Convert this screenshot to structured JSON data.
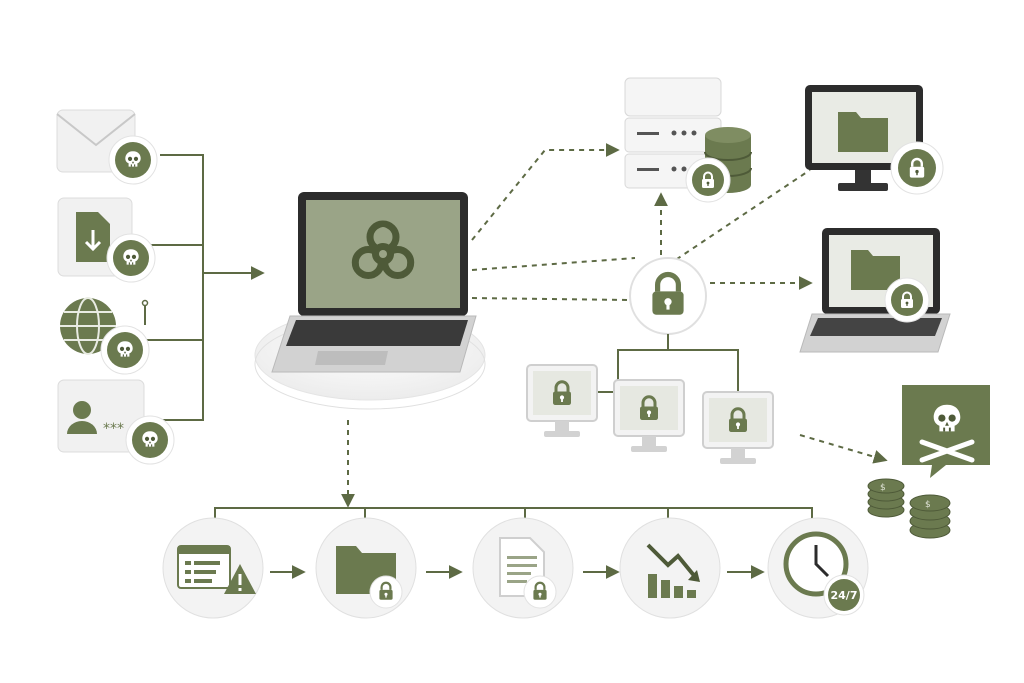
{
  "colors": {
    "accent": "#6b7a4f",
    "accent_dark": "#4e5a38",
    "screen": "#9aa487",
    "connector": "#5d6a44",
    "surface": "#f3f3f2",
    "device_silver": "#cfcfcf"
  },
  "labels": {
    "always_on": "24/7"
  },
  "diagram": {
    "infection_vectors": [
      "envelope-icon",
      "file-download-icon",
      "globe-icon",
      "user-credential-icon"
    ],
    "central_node": "biohazard-laptop",
    "spread_targets": [
      "server-with-database",
      "monitor-with-folder",
      "laptop-with-folder",
      "networked-locked-monitors",
      "ransom-skull-message"
    ],
    "impact_steps": [
      "error-alert-window",
      "locked-folder",
      "locked-document",
      "declining-chart",
      "clock"
    ]
  }
}
